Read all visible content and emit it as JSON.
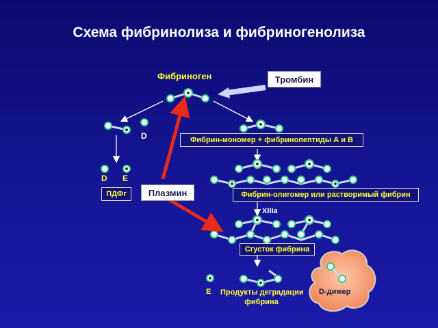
{
  "title": "Схема фибринолиза и фибриногенолиза",
  "fibrinogen_label": "Фибриноген",
  "thrombin_label": "Тромбин",
  "plasmin_label": "Плазмин",
  "fragment_d_top": "D",
  "fragment_d": "D",
  "fragment_e": "E",
  "pdf_label": "ПДФг",
  "monomer_label": "Фибрин-мономер + фибринопептиды А и В",
  "oligomer_label": "Фибрин-олигомер или растворимый фибрин",
  "factor_label": "XIIIa",
  "clot_label": "Сгусток фибрина",
  "degradation_e": "E",
  "degradation_line1": "Продукты деградации",
  "degradation_line2": "фибрина",
  "ddimer_label": "D-димер",
  "colors": {
    "background_top": "#0a0a6e",
    "node_fill": "#ffffff",
    "node_ring_green": "#33cc88",
    "node_center_dark": "#333333",
    "label_yellow": "#ffff33",
    "arrow_red": "#e82a1a",
    "cloud": "#f5a07a"
  }
}
